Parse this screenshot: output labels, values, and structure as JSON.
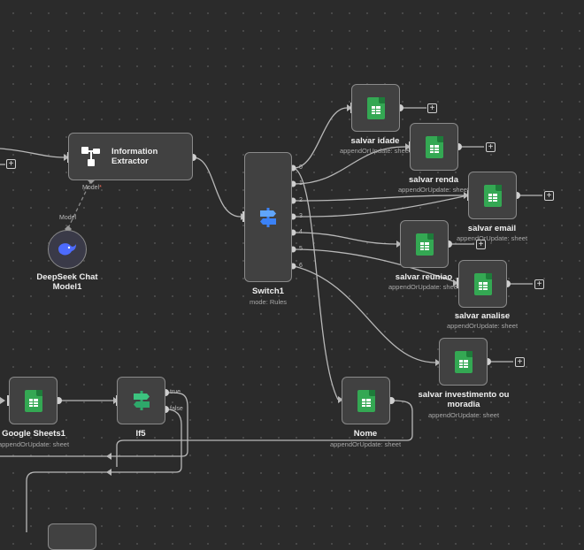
{
  "canvas": {
    "background": "#2b2b2b",
    "wire_color": "#b8b8b8",
    "accent_red": "#ff6d5a",
    "sheets_green": "#34a853",
    "switch_blue": "#3b82f6",
    "if_green": "#2ea86a",
    "deepseek_blue": "#4d6bfe"
  },
  "nodes": {
    "info_extractor": {
      "label_line1": "Information",
      "label_line2": "Extractor",
      "icon": "tree-icon",
      "port_model": "Model"
    },
    "deepseek": {
      "label_line1": "DeepSeek Chat",
      "label_line2": "Model1",
      "port_model": "Model",
      "icon": "deepseek-whale-icon"
    },
    "switch": {
      "label": "Switch1",
      "subtitle": "mode: Rules",
      "outputs": [
        "0",
        "1",
        "2",
        "3",
        "4",
        "5",
        "6"
      ],
      "icon": "signpost-icon"
    },
    "salvar_idade": {
      "label": "salvar idade",
      "subtitle": "appendOrUpdate: sheet"
    },
    "salvar_renda": {
      "label": "salvar renda",
      "subtitle": "appendOrUpdate: sheet"
    },
    "salvar_email": {
      "label": "salvar email",
      "subtitle": "appendOrUpdate: sheet"
    },
    "salvar_reuniao": {
      "label": "salvar reuniao",
      "subtitle": "appendOrUpdate: sheet"
    },
    "salvar_analise": {
      "label": "salvar analise",
      "subtitle": "appendOrUpdate: sheet"
    },
    "salvar_investimento": {
      "label_line1": "salvar investimento ou",
      "label_line2": "moradia",
      "subtitle": "appendOrUpdate: sheet"
    },
    "nome": {
      "label": "Nome",
      "subtitle": "appendOrUpdate: sheet"
    },
    "google_sheets1": {
      "label": "Google Sheets1",
      "subtitle": "appendOrUpdate: sheet"
    },
    "if5": {
      "label": "If5",
      "output_true": "true",
      "output_false": "false",
      "icon": "signpost-icon"
    }
  },
  "add_button": "+"
}
